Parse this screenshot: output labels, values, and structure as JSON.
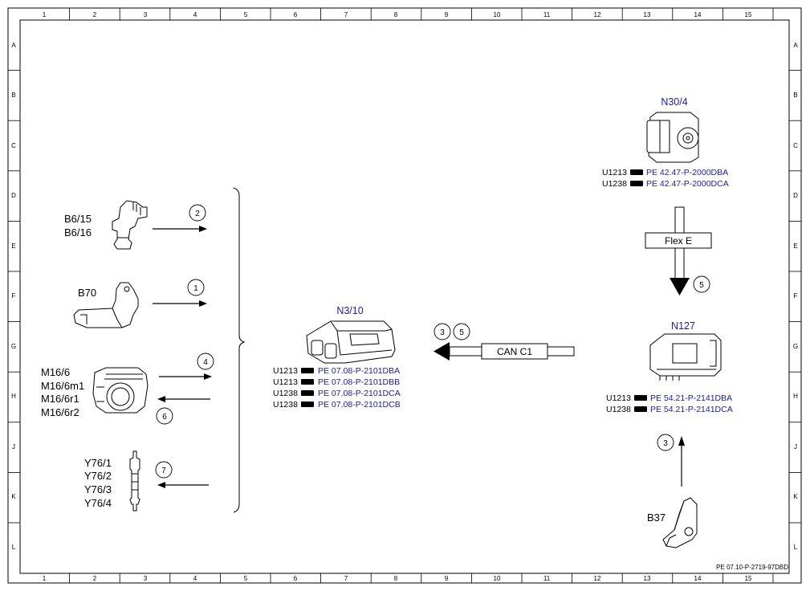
{
  "frame": {
    "col_numbers": [
      "1",
      "2",
      "3",
      "4",
      "5",
      "6",
      "7",
      "8",
      "9",
      "10",
      "11",
      "12",
      "13",
      "14",
      "15"
    ],
    "row_letters": [
      "A",
      "B",
      "C",
      "D",
      "E",
      "F",
      "G",
      "H",
      "J",
      "K",
      "L"
    ]
  },
  "inputs": {
    "b6": {
      "labels": [
        "B6/15",
        "B6/16"
      ],
      "signal": "2"
    },
    "b70": {
      "labels": [
        "B70"
      ],
      "signal": "1"
    },
    "m16": {
      "labels": [
        "M16/6",
        "M16/6m1",
        "M16/6r1",
        "M16/6r2"
      ],
      "signal_in": "4",
      "signal_out": "6"
    },
    "y76": {
      "labels": [
        "Y76/1",
        "Y76/2",
        "Y76/3",
        "Y76/4"
      ],
      "signal": "7"
    }
  },
  "n3_10": {
    "title": "N3/10",
    "refs": [
      {
        "code": "U1213",
        "link": "PE 07.08-P-2101DBA"
      },
      {
        "code": "U1213",
        "link": "PE 07.08-P-2101DBB"
      },
      {
        "code": "U1238",
        "link": "PE 07.08-P-2101DCA"
      },
      {
        "code": "U1238",
        "link": "PE 07.08-P-2101DCB"
      }
    ]
  },
  "can_bus": {
    "label": "CAN C1",
    "signals": [
      "3",
      "5"
    ]
  },
  "n30_4": {
    "title": "N30/4",
    "refs": [
      {
        "code": "U1213",
        "link": "PE 42.47-P-2000DBA"
      },
      {
        "code": "U1238",
        "link": "PE 42.47-P-2000DCA"
      }
    ]
  },
  "flex_bus": {
    "label": "Flex E",
    "signal": "5"
  },
  "n127": {
    "title": "N127",
    "refs": [
      {
        "code": "U1213",
        "link": "PE 54.21-P-2141DBA"
      },
      {
        "code": "U1238",
        "link": "PE 54.21-P-2141DCA"
      }
    ]
  },
  "b37": {
    "label": "B37",
    "signal": "3"
  },
  "doc_id": "PE 07.10-P-2719-97DBD",
  "colors": {
    "link_blue": "#1a1ab3",
    "line": "#000000",
    "component_fill": "#ffffff"
  }
}
